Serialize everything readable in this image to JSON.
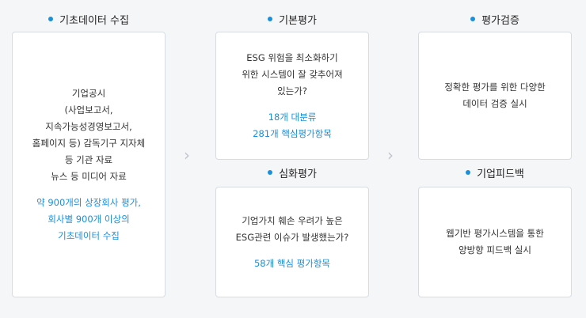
{
  "colors": {
    "accent": "#1b8fd8",
    "background": "#f5f6f8",
    "card": "#ffffff"
  },
  "collection": {
    "heading": "기초데이터 수집",
    "lines": [
      "기업공시",
      "(사업보고서,",
      "지속가능성경영보고서,",
      "홈페이지 등) 감독기구 지자체",
      "등 기관 자료",
      "뉴스 등 미디어 자료"
    ],
    "highlight": [
      "약 900개의 상장회사 평가,",
      "회사별 900개 이상의",
      "기초데이터 수집"
    ]
  },
  "basic": {
    "heading": "기본평가",
    "lines": [
      "ESG 위험을 최소화하기",
      "위한 시스템이 잘 갖추어져",
      "있는가?"
    ],
    "highlight": [
      "18개 대분류",
      "281개 핵심평가항목"
    ]
  },
  "deep": {
    "heading": "심화평가",
    "lines": [
      "기업가치 훼손 우려가 높은",
      "ESG관련 이슈가 발생했는가?"
    ],
    "highlight": [
      "58개 핵심 평가항목"
    ]
  },
  "verify": {
    "heading": "평가검증",
    "lines": [
      "정확한 평가를 위한 다양한",
      "데이터 검증 실시"
    ]
  },
  "feedback": {
    "heading": "기업피드백",
    "lines": [
      "웹기반 평가시스템을 통한",
      "양방향 피드백 실시"
    ]
  },
  "arrows": {
    "symbol": "›",
    "icon": "chevron-right-icon"
  }
}
